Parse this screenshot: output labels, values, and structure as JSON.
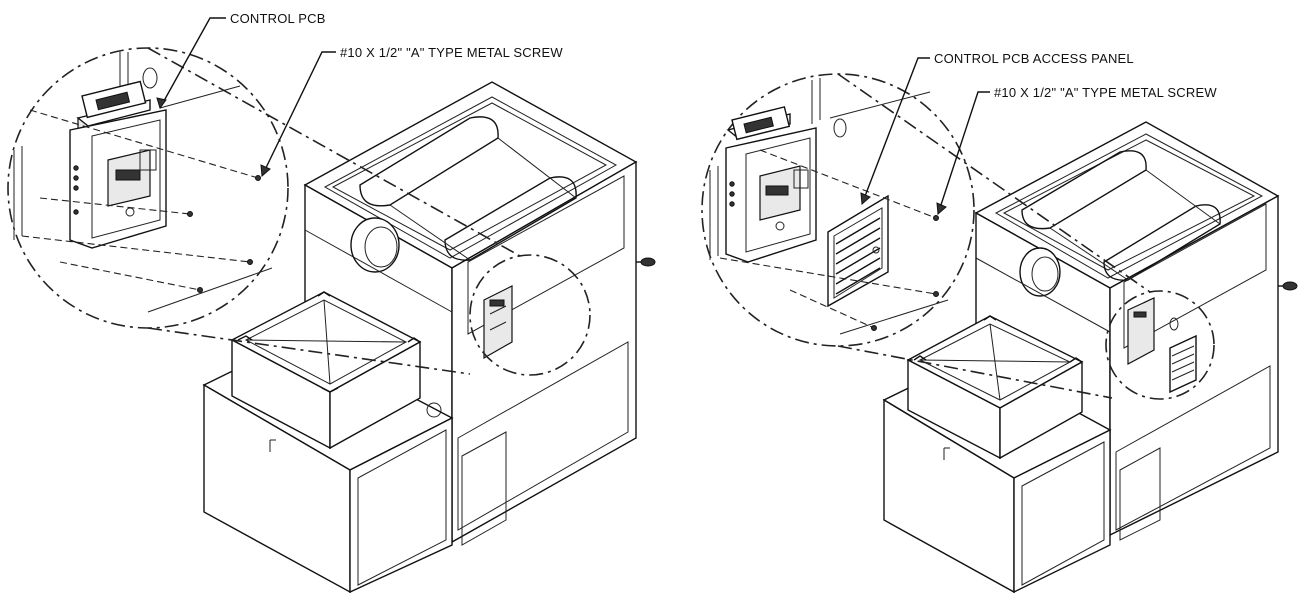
{
  "labels": {
    "left_control_pcb": "CONTROL PCB",
    "left_screw": "#10 X 1/2\" \"A\" TYPE METAL SCREW",
    "right_access_panel": "CONTROL PCB ACCESS PANEL",
    "right_screw": "#10 X 1/2\" \"A\" TYPE METAL SCREW"
  },
  "colors": {
    "line": "#111111",
    "background": "#ffffff"
  }
}
